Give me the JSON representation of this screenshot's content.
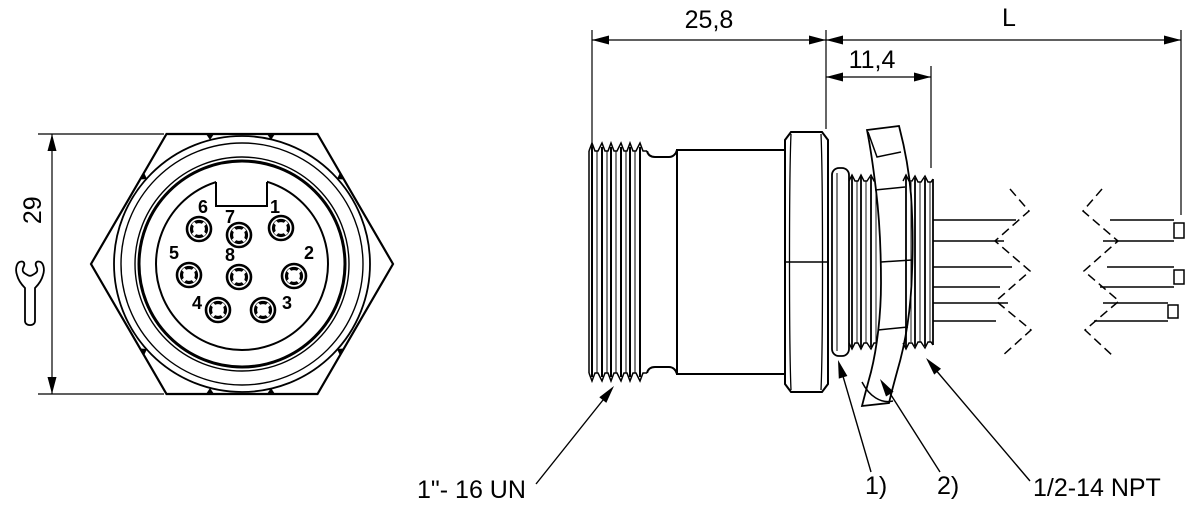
{
  "colors": {
    "background": "#ffffff",
    "line": "#000000"
  },
  "front_view": {
    "height_dimension": "29",
    "pins": [
      {
        "number": "1"
      },
      {
        "number": "2"
      },
      {
        "number": "3"
      },
      {
        "number": "4"
      },
      {
        "number": "5"
      },
      {
        "number": "6"
      },
      {
        "number": "7"
      },
      {
        "number": "8"
      }
    ]
  },
  "side_view": {
    "dim_front_section": "25,8",
    "dim_locknut_section": "11,4",
    "dim_cable_length": "L",
    "front_thread_label": "1\"- 16 UN",
    "callout_washer": "1)",
    "callout_spring_washer": "2)",
    "rear_thread_label": "1/2-14 NPT"
  }
}
